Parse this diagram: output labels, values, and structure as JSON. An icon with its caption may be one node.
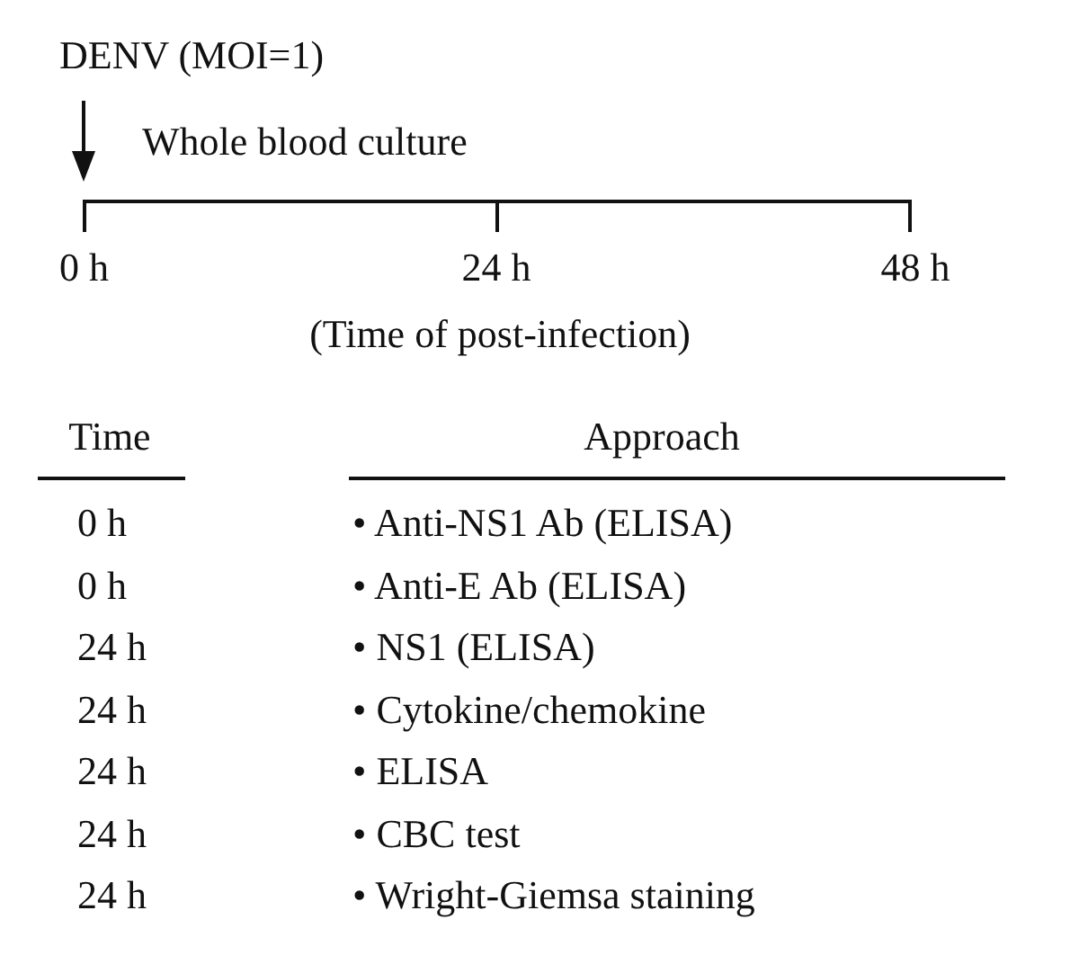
{
  "diagram": {
    "labels": [
      "DENV (MOI=1)",
      "Whole blood culture",
      "0 h",
      "24 h",
      "48 h",
      "(Time of post-infection)",
      "Time",
      "Approach",
      "0 h",
      "• Anti-NS1 Ab (ELISA)",
      "0 h",
      "• Anti-E Ab (ELISA)",
      "24 h",
      "• NS1 (ELISA)",
      "24 h",
      "• Cytokine/chemokine",
      "24 h",
      "• ELISA",
      "24 h",
      "• CBC test",
      "24 h",
      "• Wright-Giemsa staining"
    ]
  }
}
